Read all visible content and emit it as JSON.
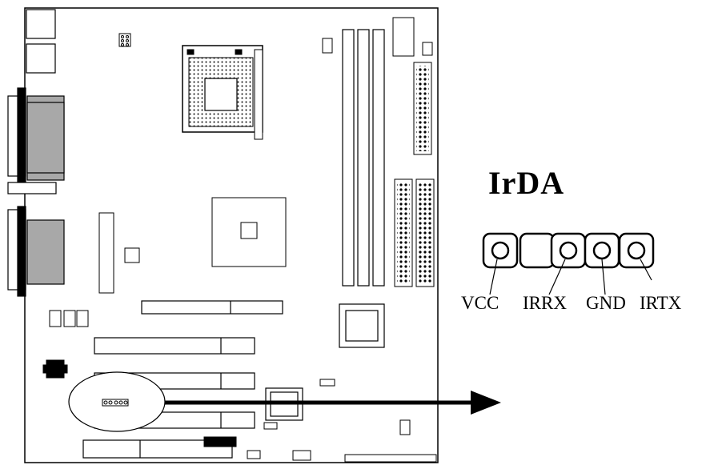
{
  "title": "IrDA",
  "connector": {
    "pins": [
      "VCC",
      "",
      "IRRX",
      "GND",
      "IRTX"
    ],
    "labels": [
      "VCC",
      "IRRX",
      "GND",
      "IRTX"
    ]
  },
  "colors": {
    "line": "#000000",
    "fill_gray": "#a8a8a8",
    "background": "#ffffff"
  }
}
